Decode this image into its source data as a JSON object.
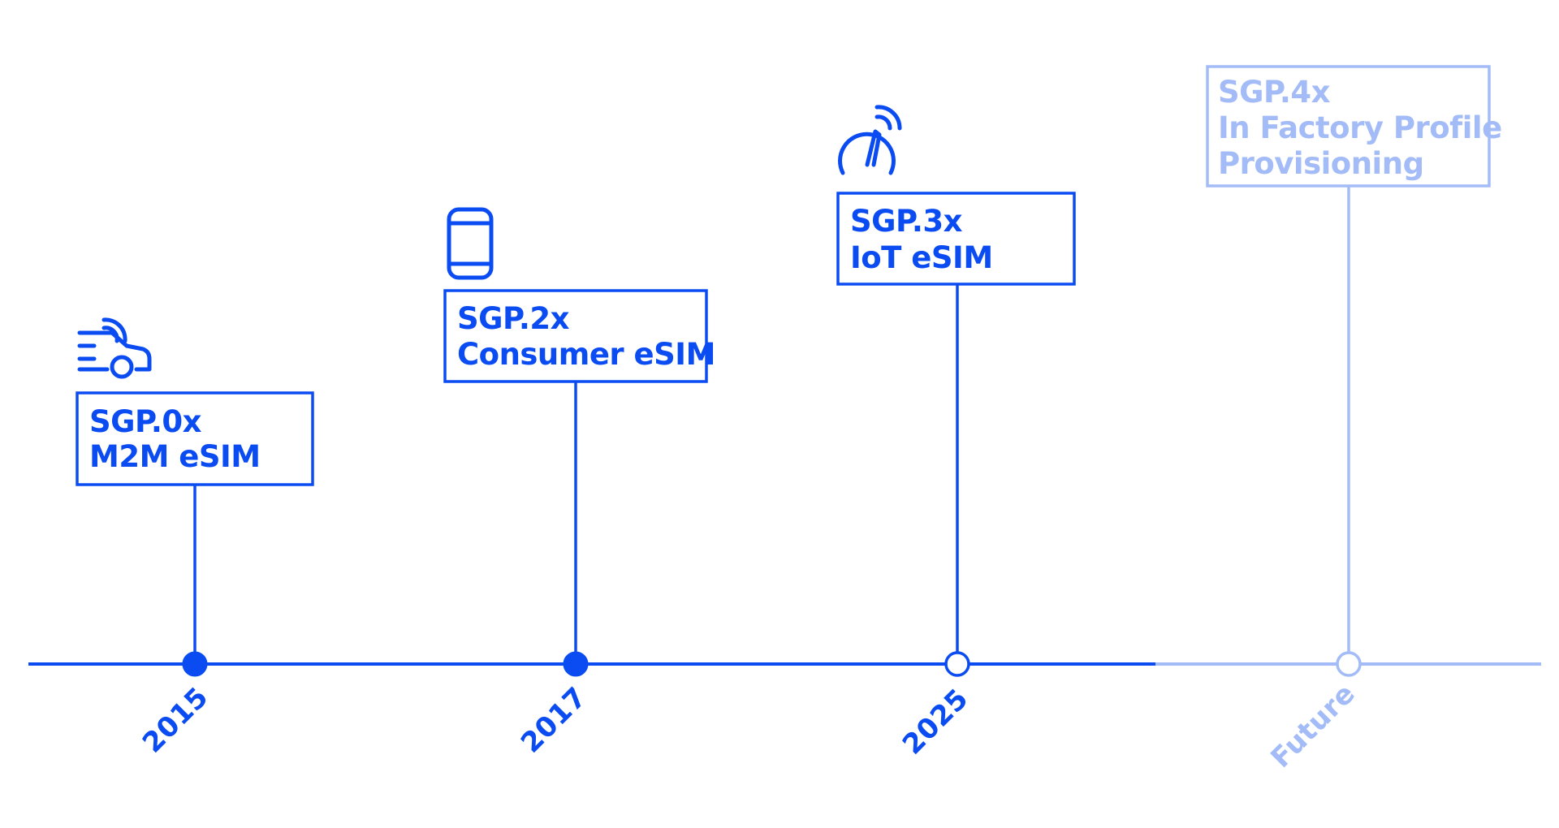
{
  "colors": {
    "primary": "#0a4cf2",
    "future": "#a3bcf7",
    "background": "#ffffff"
  },
  "milestones": [
    {
      "year": "2015",
      "code": "SGP.0x",
      "lines": [
        "M2M eSIM"
      ],
      "icon": "connected-car-icon",
      "marker": "filled",
      "color": "#0a4cf2"
    },
    {
      "year": "2017",
      "code": "SGP.2x",
      "lines": [
        "Consumer eSIM"
      ],
      "icon": "smartphone-icon",
      "marker": "filled",
      "color": "#0a4cf2"
    },
    {
      "year": "2025",
      "code": "SGP.3x",
      "lines": [
        "IoT eSIM"
      ],
      "icon": "connected-gauge-icon",
      "marker": "hollow",
      "color": "#0a4cf2"
    },
    {
      "year": "Future",
      "code": "SGP.4x",
      "lines": [
        "In Factory Profile",
        "Provisioning"
      ],
      "icon": "",
      "marker": "hollow",
      "color": "#a3bcf7"
    }
  ]
}
